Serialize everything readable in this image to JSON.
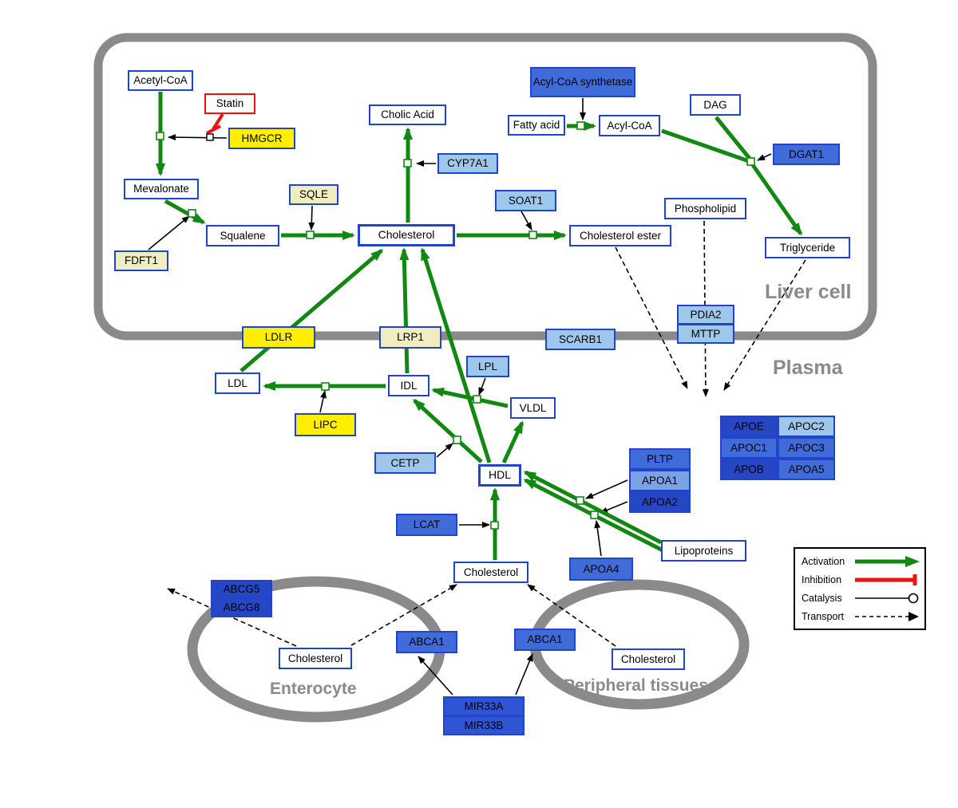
{
  "regions": {
    "liver_cell": "Liver cell",
    "plasma": "Plasma",
    "enterocyte": "Enterocyte",
    "peripheral": "Peripheral tissues"
  },
  "legend": {
    "activation": "Activation",
    "inhibition": "Inhibition",
    "catalysis": "Catalysis",
    "transport": "Transport"
  },
  "nodes": {
    "acetyl_coa": {
      "label": "Acetyl-CoA"
    },
    "statin": {
      "label": "Statin"
    },
    "hmgcr": {
      "label": "HMGCR"
    },
    "mevalonate": {
      "label": "Mevalonate"
    },
    "fdft1": {
      "label": "FDFT1"
    },
    "squalene": {
      "label": "Squalene"
    },
    "sqle": {
      "label": "SQLE"
    },
    "cholesterol_liver": {
      "label": "Cholesterol"
    },
    "cholic_acid": {
      "label": "Cholic Acid"
    },
    "cyp7a1": {
      "label": "CYP7A1"
    },
    "soat1": {
      "label": "SOAT1"
    },
    "cholesterol_ester": {
      "label": "Cholesterol ester"
    },
    "acyl_coa_synthetase": {
      "label": "Acyl-CoA synthetase"
    },
    "fatty_acid": {
      "label": "Fatty acid"
    },
    "acyl_coa": {
      "label": "Acyl-CoA"
    },
    "dag": {
      "label": "DAG"
    },
    "dgat1": {
      "label": "DGAT1"
    },
    "phospholipid": {
      "label": "Phospholipid"
    },
    "triglyceride": {
      "label": "Triglyceride"
    },
    "pdia2": {
      "label": "PDIA2"
    },
    "mttp": {
      "label": "MTTP"
    },
    "ldlr": {
      "label": "LDLR"
    },
    "lrp1": {
      "label": "LRP1"
    },
    "scarb1": {
      "label": "SCARB1"
    },
    "ldl": {
      "label": "LDL"
    },
    "idl": {
      "label": "IDL"
    },
    "lpl": {
      "label": "LPL"
    },
    "vldl": {
      "label": "VLDL"
    },
    "lipc": {
      "label": "LIPC"
    },
    "cetp": {
      "label": "CETP"
    },
    "hdl": {
      "label": "HDL"
    },
    "lcat": {
      "label": "LCAT"
    },
    "pltp": {
      "label": "PLTP"
    },
    "apoa1": {
      "label": "APOA1"
    },
    "apoa2": {
      "label": "APOA2"
    },
    "apoa4": {
      "label": "APOA4"
    },
    "lipoproteins": {
      "label": "Lipoproteins"
    },
    "apoe": {
      "label": "APOE"
    },
    "apoc2": {
      "label": "APOC2"
    },
    "apoc1": {
      "label": "APOC1"
    },
    "apoc3": {
      "label": "APOC3"
    },
    "apob": {
      "label": "APOB"
    },
    "apoa5": {
      "label": "APOA5"
    },
    "cholesterol_plasma": {
      "label": "Cholesterol"
    },
    "abcg5": {
      "label": "ABCG5"
    },
    "abcg8": {
      "label": "ABCG8"
    },
    "cholesterol_enterocyte": {
      "label": "Cholesterol"
    },
    "abca1_enterocyte": {
      "label": "ABCA1"
    },
    "abca1_peripheral": {
      "label": "ABCA1"
    },
    "cholesterol_peripheral": {
      "label": "Cholesterol"
    },
    "mir33a": {
      "label": "MIR33A"
    },
    "mir33b": {
      "label": "MIR33B"
    }
  },
  "colors": {
    "activation_green": "#118811",
    "inhibition_red": "#ee1111",
    "gene_yellow": "#ffee00",
    "gene_pale_yellow": "#f0eec0",
    "gene_light_blue": "#9ec7ec",
    "gene_medium_blue": "#3f6cd8",
    "gene_medium_light_blue": "#7aa2e6",
    "gene_dark_blue": "#2547c4",
    "mir_blue": "#2f55d4",
    "node_border_blue": "#2244cc",
    "membrane_gray": "#8a8a8a"
  }
}
